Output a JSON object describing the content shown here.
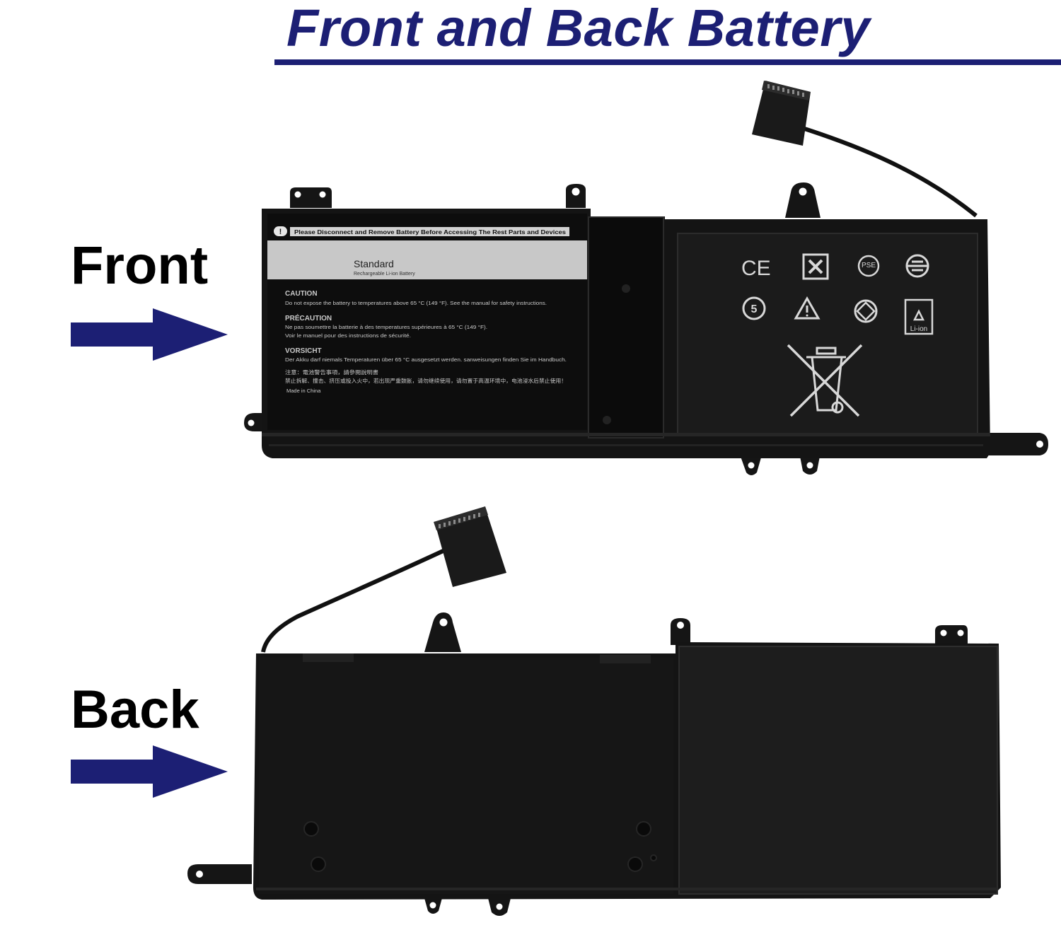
{
  "header": {
    "title": "Front and Back Battery"
  },
  "labels": {
    "front": "Front",
    "back": "Back"
  },
  "colors": {
    "title_blue": "#1c1f74",
    "arrow_blue": "#1c1f74",
    "battery_body": "#141414",
    "label_sticker": "#c8c8c8"
  },
  "front_label": {
    "banner": "Please Disconnect and Remove Battery Before Accessing The Rest Parts and Devices",
    "standard_title": "Standard",
    "standard_subtitle": "Rechargeable Li-ion Battery",
    "caution_heading": "CAUTION",
    "caution_text": "Do not expose the battery to temperatures above 65 °C (149 °F). See the manual for safety instructions.",
    "precaution_heading": "PRÉCAUTION",
    "precaution_text_1": "Ne pas soumettre la batterie à des temperatures supérieures à 65 °C (149 °F).",
    "precaution_text_2": "Voir le manuel pour des instructions de sécurité.",
    "vorsicht_heading": "VORSICHT",
    "vorsicht_text": "Der Akku darf niemals Temperaturen über 65 °C ausgesetzt werden. sanweisungen finden Sie im Handbuch.",
    "chinese_text_1": "注意：電池警告事項，請參閱說明書",
    "chinese_text_2": "禁止拆解、撞击、挤压或投入火中，若出现严重鼓胀，请勿继续使用，请勿置于高温环境中，电池浸水后禁止使用！",
    "made_in": "Made in China"
  },
  "front_marks": {
    "ce": "CE",
    "pse": "PSE",
    "rohs_number": "5",
    "li_ion": "Li-ion",
    "icons": [
      "ce-mark-icon",
      "kc-mark-icon",
      "pse-mark-icon",
      "eac-mark-icon",
      "recycle-5-icon",
      "warning-triangle-icon",
      "ul-mark-icon",
      "li-ion-recycle-icon",
      "weee-bin-icon"
    ]
  }
}
